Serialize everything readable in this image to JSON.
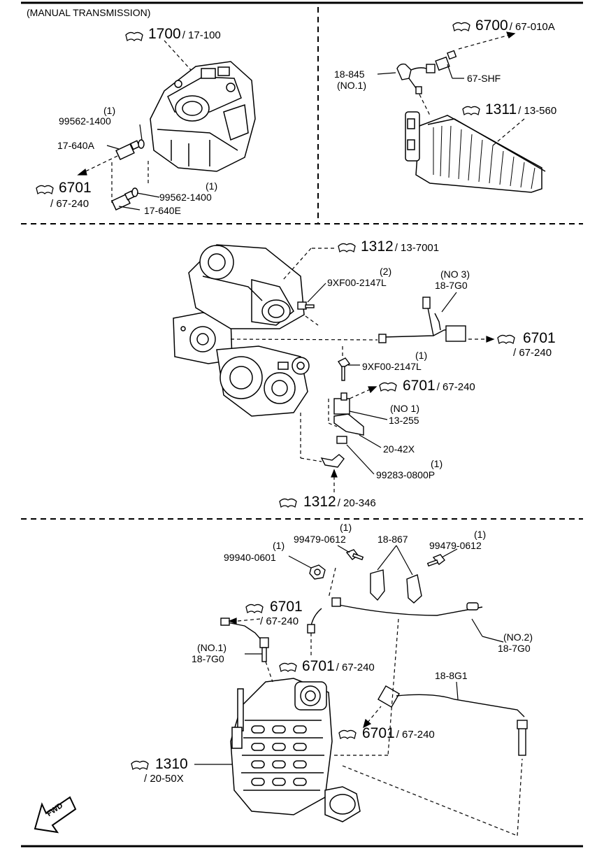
{
  "title": "(MANUAL TRANSMISSION)",
  "refs": {
    "r1700": {
      "num": "1700",
      "sub": "/ 17-100"
    },
    "r6701_a": {
      "num": "6701",
      "sub": "/ 67-240"
    },
    "r6700": {
      "num": "6700",
      "sub": "/ 67-010A"
    },
    "r1311": {
      "num": "1311",
      "sub": "/ 13-560"
    },
    "r1312_a": {
      "num": "1312",
      "sub": "/ 13-7001"
    },
    "r6701_b": {
      "num": "6701",
      "sub": "/ 67-240"
    },
    "r6701_c": {
      "num": "6701",
      "sub": "/ 67-240"
    },
    "r1312_b": {
      "num": "1312",
      "sub": "/ 20-346"
    },
    "r6701_d": {
      "num": "6701",
      "sub": "/ 67-240"
    },
    "r6701_e": {
      "num": "6701",
      "sub": "/ 67-240"
    },
    "r6701_f": {
      "num": "6701",
      "sub": "/ 67-240"
    },
    "r1310": {
      "num": "1310",
      "sub": "/ 20-50X"
    }
  },
  "labels": {
    "q_99562_a": "(1)",
    "p_99562_a": "99562-1400",
    "p_17640A": "17-640A",
    "q_99562_b": "(1)",
    "p_99562_b": "99562-1400",
    "p_17640E": "17-640E",
    "p_18845": "18-845",
    "p_no1_a": "(NO.1)",
    "p_67SHF": "67-SHF",
    "q_9XF_a": "(2)",
    "p_9XF_a": "9XF00-2147L",
    "p_no3": "(NO 3)",
    "p_187G0_a": "18-7G0",
    "q_9XF_b": "(1)",
    "p_9XF_b": "9XF00-2147L",
    "p_no1_b": "(NO 1)",
    "p_13255": "13-255",
    "p_2042X": "20-42X",
    "q_99283": "(1)",
    "p_99283": "99283-0800P",
    "q_99479_a": "(1)",
    "p_99479_a": "99479-0612",
    "p_18867": "18-867",
    "q_99479_b": "(1)",
    "p_99479_b": "99479-0612",
    "q_99940": "(1)",
    "p_99940": "99940-0601",
    "p_no1_c": "(NO.1)",
    "p_187G0_c": "18-7G0",
    "p_no2": "(NO.2)",
    "p_187G0_b": "18-7G0",
    "p_188G1": "18-8G1",
    "fwd": "FWD"
  }
}
